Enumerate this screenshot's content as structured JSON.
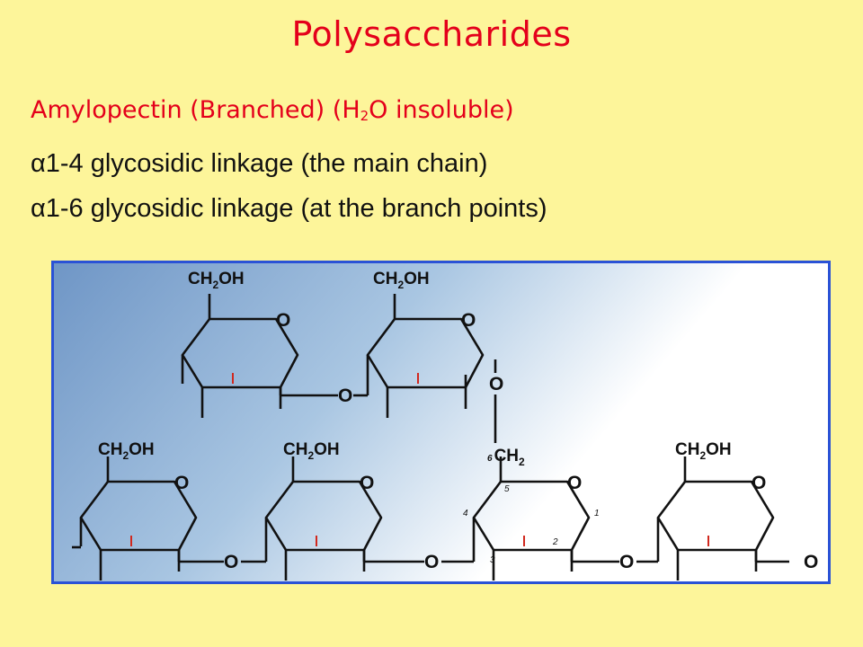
{
  "slide": {
    "title": "Polysaccharides",
    "subtitle_pre": "Amylopectin (Branched) (H",
    "subtitle_sub": "2",
    "subtitle_post": "O insoluble)",
    "line1": "α1-4 glycosidic linkage (the main chain)",
    "line2": "α1-6 glycosidic linkage (at the branch points)"
  },
  "diagram": {
    "ch2oh": "CH",
    "ch2oh_sub": "2",
    "ch2oh_end": "OH",
    "ch2_prefix": "6",
    "ch2": "CH",
    "ch2_sub": "2",
    "oxygen": "O",
    "carbon_numbers": {
      "c1": "1",
      "c2": "2",
      "c3": "3",
      "c4": "4",
      "c5": "5"
    },
    "colors": {
      "border": "#2a52d6",
      "gradient_left": "#6f96c6",
      "gradient_right": "#ffffff"
    }
  }
}
